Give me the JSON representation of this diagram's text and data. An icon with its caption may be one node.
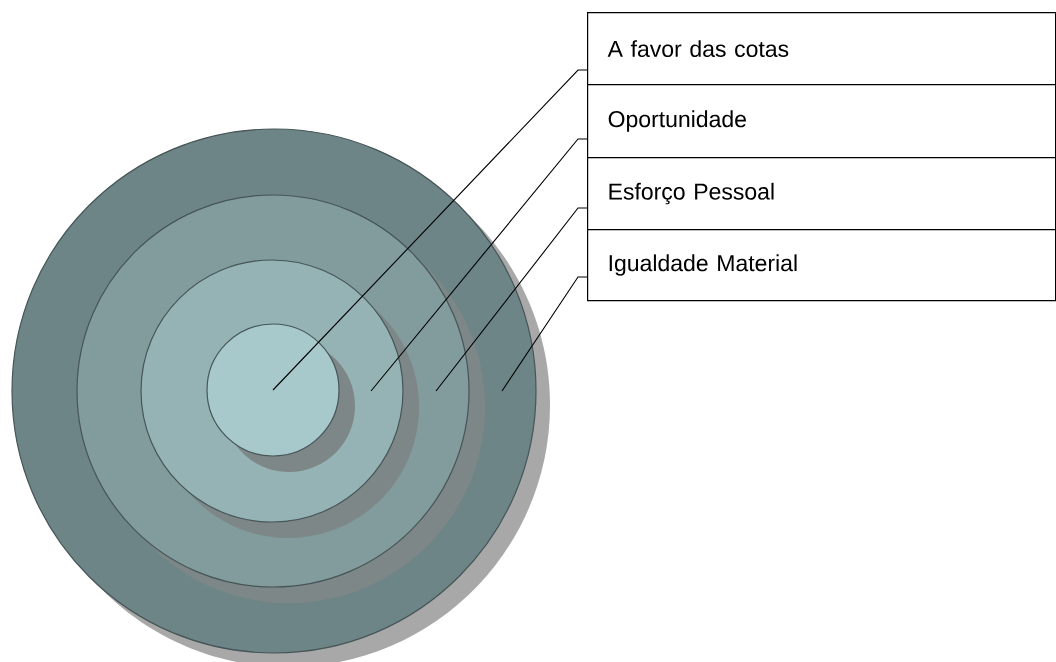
{
  "diagram": {
    "nodes": [
      {
        "text": [],
        "shape": "circle"
      },
      {
        "text": [],
        "shape": "circle",
        "in": 0
      },
      {
        "text": [],
        "shape": "circle",
        "in": 1
      },
      {
        "text": [],
        "shape": "circle",
        "in": 2
      },
      {
        "text": [
          "A favor das cotas"
        ]
      },
      {
        "text": [
          "Oportunidade"
        ]
      },
      {
        "text": [
          "Esforço Pessoal"
        ]
      },
      {
        "text": [
          "Igualdade Material"
        ]
      }
    ],
    "edges": [
      {
        "from": 4,
        "to": 3,
        "arrow": "none"
      },
      {
        "from": 5,
        "to": 2,
        "arrow": "none"
      },
      {
        "from": 6,
        "to": 1,
        "arrow": "none"
      },
      {
        "from": 7,
        "to": 0,
        "arrow": "none"
      }
    ]
  }
}
